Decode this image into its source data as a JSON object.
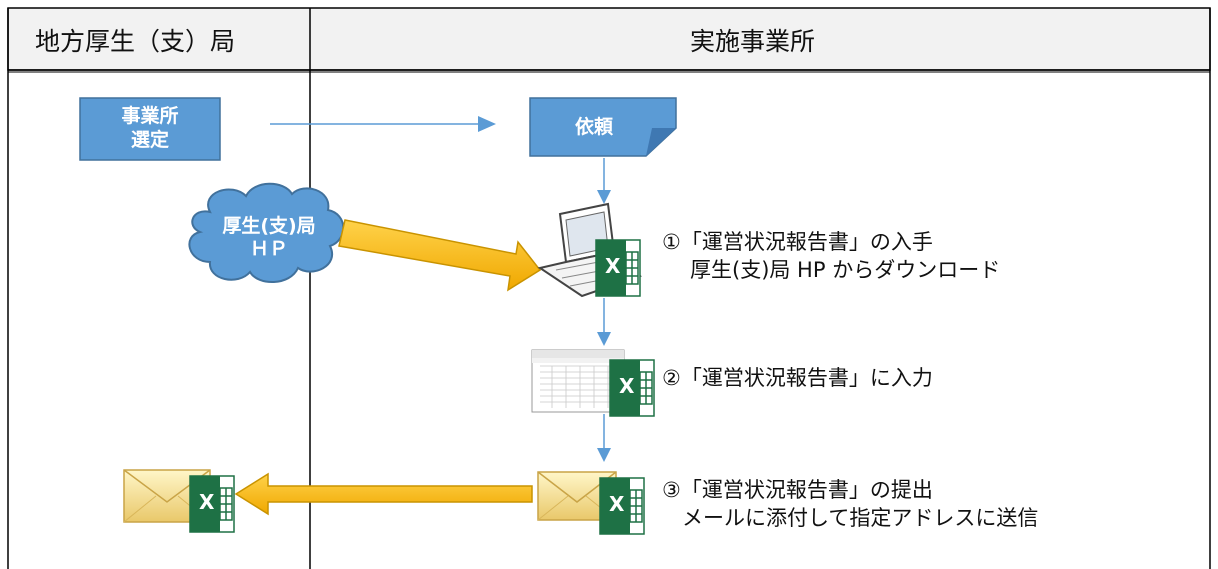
{
  "columns": {
    "left_header": "地方厚生（支）局",
    "right_header": "実施事業所"
  },
  "nodes": {
    "select_box": {
      "line1": "事業所",
      "line2": "選定"
    },
    "request_box": {
      "label": "依頼"
    },
    "cloud": {
      "line1": "厚生(支)局",
      "line2": "ＨＰ"
    }
  },
  "steps": [
    {
      "line1": "①「運営状況報告書」の入手",
      "line2": "厚生(支)局 HP からダウンロード"
    },
    {
      "line1": "②「運営状況報告書」に入力"
    },
    {
      "line1": "③「運営状況報告書」の提出",
      "line2": "メールに添付して指定アドレスに送信"
    }
  ],
  "icons": {
    "excel_glyph": "X",
    "laptop": "laptop-icon",
    "spreadsheet": "spreadsheet-icon",
    "envelope": "envelope-icon",
    "excel": "excel-icon",
    "cloud": "cloud-icon"
  },
  "colors": {
    "box_fill": "#5b9bd5",
    "arrow_thin": "#5b9bd5",
    "arrow_thick": "#f5b400",
    "header_fill": "#f2f2f2",
    "excel_green": "#1e7145"
  }
}
